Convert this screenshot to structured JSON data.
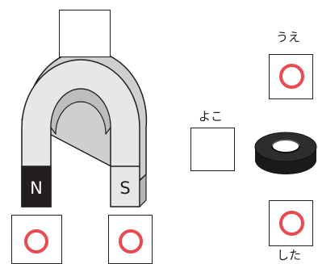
{
  "magnet": {
    "north_label": "N",
    "south_label": "S"
  },
  "labels": {
    "top": "うえ",
    "side": "よこ",
    "bottom": "した"
  },
  "colors": {
    "ring": "#e94b52",
    "ink": "#231f20",
    "magnet_body": "#e7e7e8"
  }
}
